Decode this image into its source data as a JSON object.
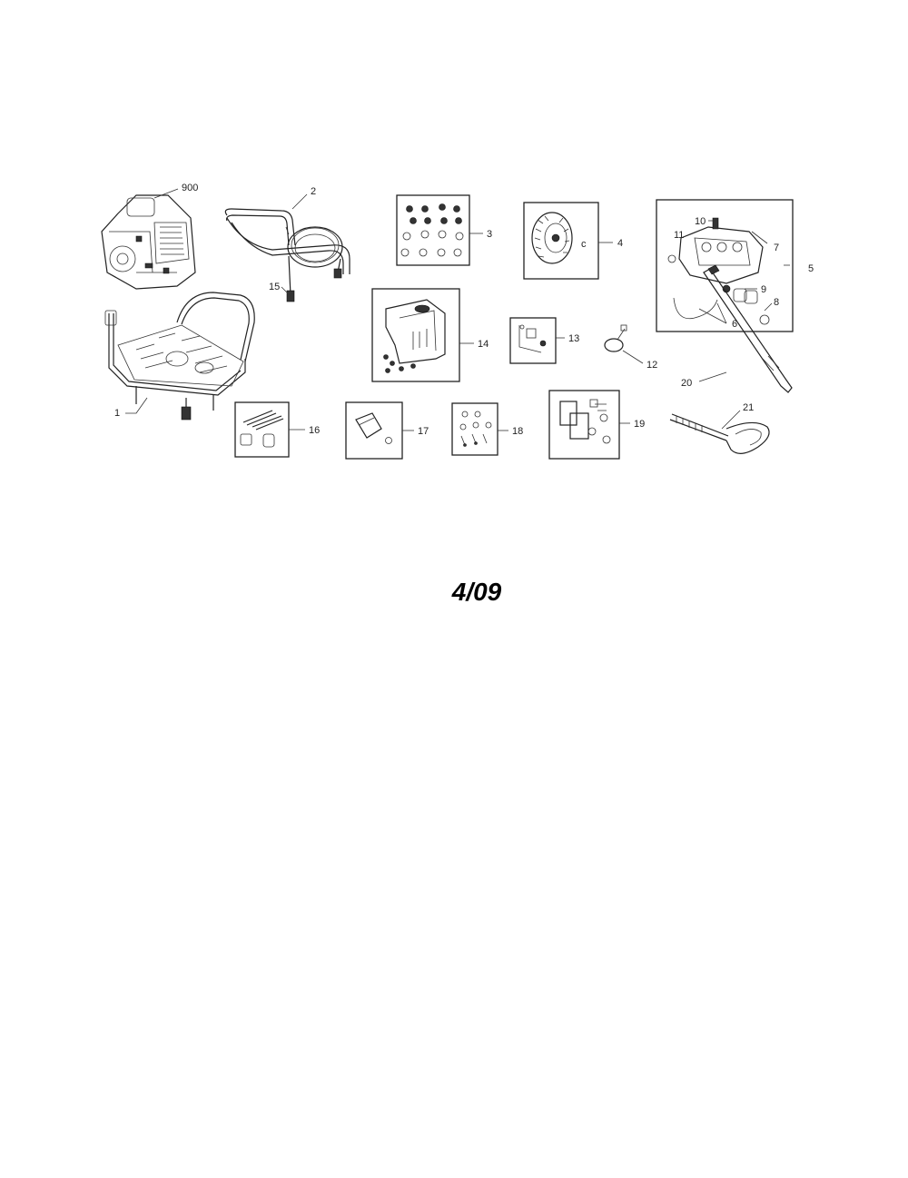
{
  "parts": {
    "engine": "900",
    "frame": "1",
    "handle": "2",
    "hardware_kit_a": "3",
    "wheel": "4",
    "pump": "5",
    "pump_part_6": "6",
    "pump_part_7": "7",
    "pump_part_8": "8",
    "pump_part_9": "9",
    "pump_part_10": "10",
    "pump_screw": "11",
    "strap": "12",
    "fitting_kit": "13",
    "panel_kit": "14",
    "hose": "15",
    "bolt_kit": "16",
    "bracket_kit": "17",
    "screw_kit": "18",
    "foot_kit": "19",
    "wand": "20",
    "spray_gun": "21"
  },
  "date_code": "4/09"
}
